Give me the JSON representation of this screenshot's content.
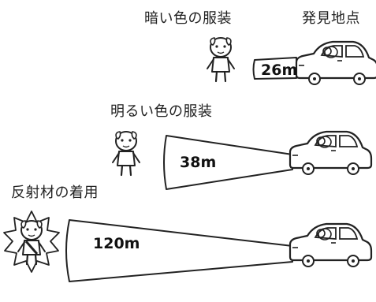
{
  "labels": {
    "dark_clothes": "暗い色の服装",
    "detection_point": "発見地点",
    "light_clothes": "明るい色の服装",
    "reflective": "反射材の着用"
  },
  "distances": {
    "dark": "26m",
    "light": "38m",
    "reflective": "120m"
  },
  "icons": {
    "pedestrian": "pedestrian-icon",
    "car": "car-icon",
    "headlight_beam": "headlight-beam-icon",
    "glow": "reflective-glow-icon"
  }
}
